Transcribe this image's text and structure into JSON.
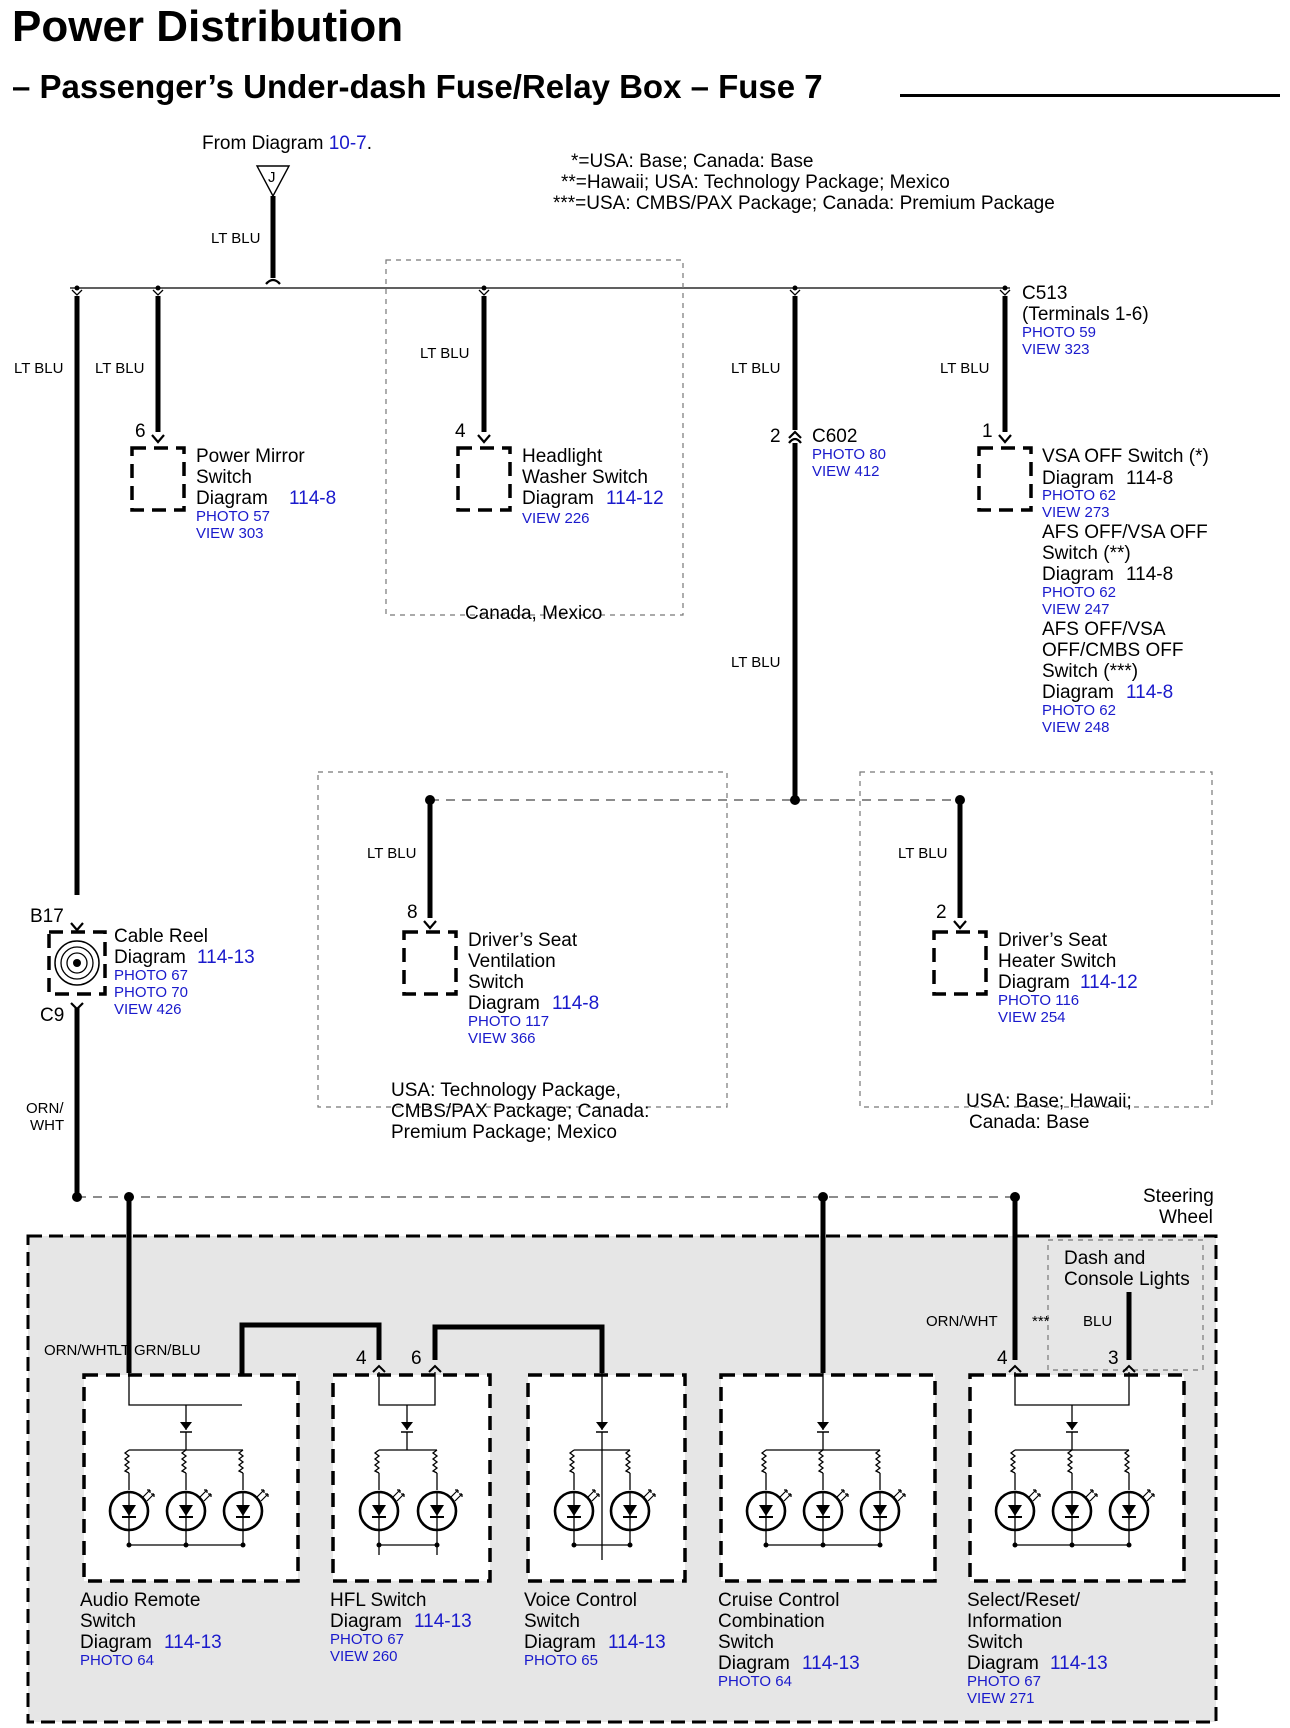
{
  "header": {
    "title": "Power Distribution",
    "subtitle": "– Passenger’s Under-dash Fuse/Relay Box – Fuse 7"
  },
  "source": {
    "text": "From Diagram ",
    "link": "10-7",
    "suffix": ".",
    "connector": "J"
  },
  "notes": [
    "*=USA: Base; Canada: Base",
    "**=Hawaii; USA: Technology Package; Mexico",
    "***=USA: CMBS/PAX Package; Canada: Premium Package"
  ],
  "wire_colors": {
    "lt_blu": "LT BLU",
    "orn": "ORN/",
    "wht": "WHT",
    "orn_wht": "ORN/WHT",
    "grn_blu": "LT GRN/BLU",
    "blu": "BLU"
  },
  "c513": {
    "name": "C513",
    "terminals": "(Terminals 1-6)",
    "photo": "PHOTO 59",
    "view": "VIEW 323"
  },
  "c602": {
    "name": "C602",
    "pin": "2",
    "photo": "PHOTO 80",
    "view": "VIEW 412"
  },
  "power_mirror": {
    "pin": "6",
    "l1": "Power Mirror",
    "l2": "Switch",
    "diag": "Diagram",
    "ref": "114-8",
    "photo": "PHOTO 57",
    "view": "VIEW 303"
  },
  "headlight_washer": {
    "pin": "4",
    "l1": "Headlight",
    "l2": "Washer Switch",
    "diag": "Diagram",
    "ref": "114-12",
    "view": "VIEW 226",
    "region": "Canada, Mexico"
  },
  "vsa": {
    "pin": "1",
    "a1": "VSA OFF Switch (*)",
    "a_diag": "Diagram",
    "a_ref": "114-8",
    "a_photo": "PHOTO 62",
    "a_view": "VIEW 273",
    "b1": "AFS OFF/VSA OFF",
    "b2": "Switch (**)",
    "b_diag": "Diagram",
    "b_ref": "114-8",
    "b_photo": "PHOTO 62",
    "b_view": "VIEW 247",
    "c1": "AFS OFF/VSA",
    "c2": "OFF/CMBS OFF",
    "c3": "Switch (***)",
    "c_diag": "Diagram",
    "c_ref": "114-8",
    "c_photo": "PHOTO 62",
    "c_view": "VIEW 248"
  },
  "seat_vent": {
    "pin": "8",
    "l1": "Driver’s Seat",
    "l2": "Ventilation",
    "l3": "Switch",
    "diag": "Diagram",
    "ref": "114-8",
    "photo": "PHOTO 117",
    "view": "VIEW 366",
    "r1": "USA: Technology Package,",
    "r2": "CMBS/PAX Package; Canada:",
    "r3": "Premium Package; Mexico"
  },
  "seat_heat": {
    "pin": "2",
    "l1": "Driver’s Seat",
    "l2": "Heater Switch",
    "diag": "Diagram",
    "ref": "114-12",
    "photo": "PHOTO 116",
    "view": "VIEW 254",
    "r1": "USA: Base; Hawaii;",
    "r2": "Canada: Base"
  },
  "cable_reel": {
    "top": "B17",
    "bottom": "C9",
    "name": "Cable Reel",
    "diag": "Diagram",
    "ref": "114-13",
    "photo1": "PHOTO 67",
    "photo2": "PHOTO 70",
    "view": "VIEW 426"
  },
  "steering": {
    "l1": "Steering",
    "l2": "Wheel",
    "dash1": "Dash and",
    "dash2": "Console Lights",
    "stars": "***"
  },
  "hfl_pins": {
    "a": "4",
    "b": "6"
  },
  "srs_pins": {
    "a": "4",
    "b": "3"
  },
  "switches": {
    "audio": {
      "l1": "Audio Remote",
      "l2": "Switch",
      "diag": "Diagram",
      "ref": "114-13",
      "photo": "PHOTO 64"
    },
    "hfl": {
      "l1": "HFL Switch",
      "diag": "Diagram",
      "ref": "114-13",
      "photo": "PHOTO 67",
      "view": "VIEW 260"
    },
    "voice": {
      "l1": "Voice Control",
      "l2": "Switch",
      "diag": "Diagram",
      "ref": "114-13",
      "photo": "PHOTO 65"
    },
    "cruise": {
      "l1": "Cruise Control",
      "l2": "Combination",
      "l3": "Switch",
      "diag": "Diagram",
      "ref": "114-13",
      "photo": "PHOTO 64"
    },
    "select": {
      "l1": "Select/Reset/",
      "l2": "Information",
      "l3": "Switch",
      "diag": "Diagram",
      "ref": "114-13",
      "photo": "PHOTO 67",
      "view": "VIEW 271"
    }
  }
}
